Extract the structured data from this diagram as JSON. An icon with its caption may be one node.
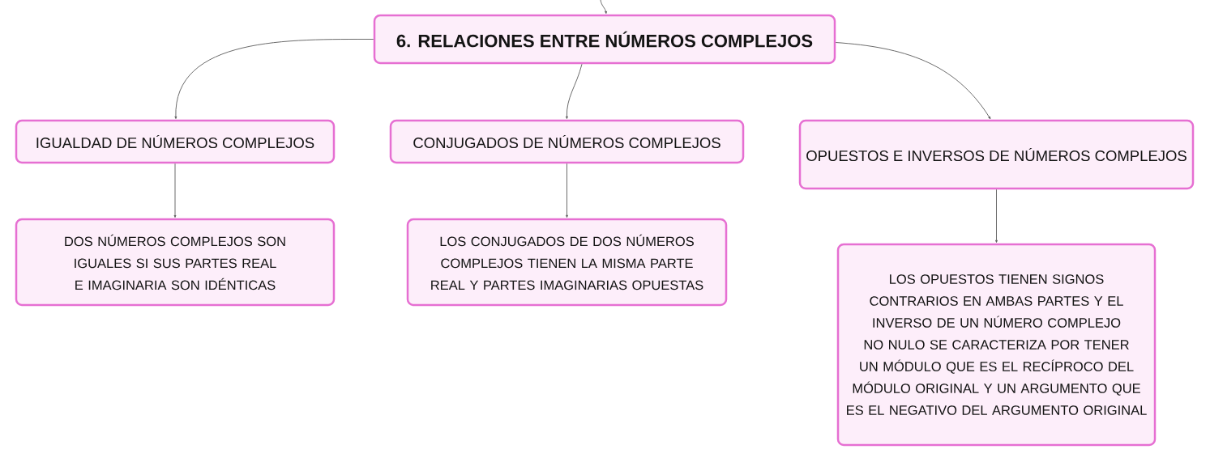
{
  "diagram": {
    "nodes": [
      {
        "text": [
          "6. RELACIONES ENTRE NÚMEROS COMPLEJOS"
        ]
      },
      {
        "text": [
          "IGUALDAD DE NÚMEROS COMPLEJOS"
        ]
      },
      {
        "text": [
          "CONJUGADOS DE NÚMEROS COMPLEJOS"
        ]
      },
      {
        "text": [
          "OPUESTOS E INVERSOS DE NÚMEROS COMPLEJOS"
        ]
      },
      {
        "text": [
          "DOS NÚMEROS COMPLEJOS SON IGUALES SI SUS PARTES REAL E IMAGINARIA SON IDÉNTICAS"
        ]
      },
      {
        "text": [
          "LOS CONJUGADOS DE DOS NÚMEROS COMPLEJOS TIENEN LA MISMA PARTE REAL Y PARTES IMAGINARIAS OPUESTAS"
        ]
      },
      {
        "text": [
          "LOS OPUESTOS TIENEN SIGNOS CONTRARIOS EN AMBAS PARTES Y EL INVERSO DE UN NÚMERO COMPLEJO NO NULO SE CARACTERIZA POR TENER UN MÓDULO QUE ES EL RECÍPROCO DEL MÓDULO ORIGINAL Y UN ARGUMENTO QUE ES EL NEGATIVO DEL ARGUMENTO ORIGINAL"
        ]
      }
    ],
    "edges": [
      {
        "from": null,
        "to": 0,
        "arrow": "to"
      },
      {
        "from": 0,
        "to": 1,
        "arrow": "to"
      },
      {
        "from": 0,
        "to": 2,
        "arrow": "to"
      },
      {
        "from": 0,
        "to": 3,
        "arrow": "to"
      },
      {
        "from": 1,
        "to": 4,
        "arrow": "to"
      },
      {
        "from": 2,
        "to": 5,
        "arrow": "to"
      },
      {
        "from": 3,
        "to": 6,
        "arrow": "to"
      }
    ]
  }
}
